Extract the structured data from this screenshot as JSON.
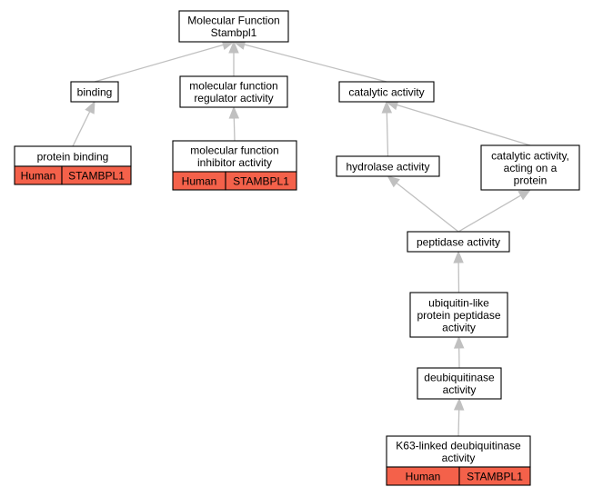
{
  "colors": {
    "edge": "#c0c0c0",
    "tag_fill": "#f4614a",
    "node_fill": "#ffffff",
    "border": "#000000"
  },
  "nodes": {
    "root": {
      "lines": [
        "Molecular Function",
        "Stambpl1"
      ]
    },
    "binding": {
      "lines": [
        "binding"
      ]
    },
    "mf_regulator": {
      "lines": [
        "molecular function",
        "regulator activity"
      ]
    },
    "catalytic": {
      "lines": [
        "catalytic activity"
      ]
    },
    "protein_binding": {
      "lines": [
        "protein binding"
      ],
      "tags": [
        "Human",
        "STAMBPL1"
      ]
    },
    "mf_inhibitor": {
      "lines": [
        "molecular function",
        "inhibitor activity"
      ],
      "tags": [
        "Human",
        "STAMBPL1"
      ]
    },
    "hydrolase": {
      "lines": [
        "hydrolase activity"
      ]
    },
    "catalytic_protein": {
      "lines": [
        "catalytic activity,",
        "acting on a",
        "protein"
      ]
    },
    "peptidase": {
      "lines": [
        "peptidase activity"
      ]
    },
    "ubiquitin_peptidase": {
      "lines": [
        "ubiquitin-like",
        "protein peptidase",
        "activity"
      ]
    },
    "deubiquitinase": {
      "lines": [
        "deubiquitinase",
        "activity"
      ]
    },
    "k63": {
      "lines": [
        "K63-linked deubiquitinase",
        "activity"
      ],
      "tags": [
        "Human",
        "STAMBPL1"
      ]
    }
  },
  "edges": [
    {
      "from": "binding",
      "to": "root"
    },
    {
      "from": "mf_regulator",
      "to": "root"
    },
    {
      "from": "catalytic",
      "to": "root"
    },
    {
      "from": "protein_binding",
      "to": "binding"
    },
    {
      "from": "mf_inhibitor",
      "to": "mf_regulator"
    },
    {
      "from": "hydrolase",
      "to": "catalytic"
    },
    {
      "from": "catalytic_protein",
      "to": "catalytic"
    },
    {
      "from": "peptidase",
      "to": "hydrolase"
    },
    {
      "from": "peptidase",
      "to": "catalytic_protein"
    },
    {
      "from": "ubiquitin_peptidase",
      "to": "peptidase"
    },
    {
      "from": "deubiquitinase",
      "to": "ubiquitin_peptidase"
    },
    {
      "from": "k63",
      "to": "deubiquitinase"
    }
  ]
}
